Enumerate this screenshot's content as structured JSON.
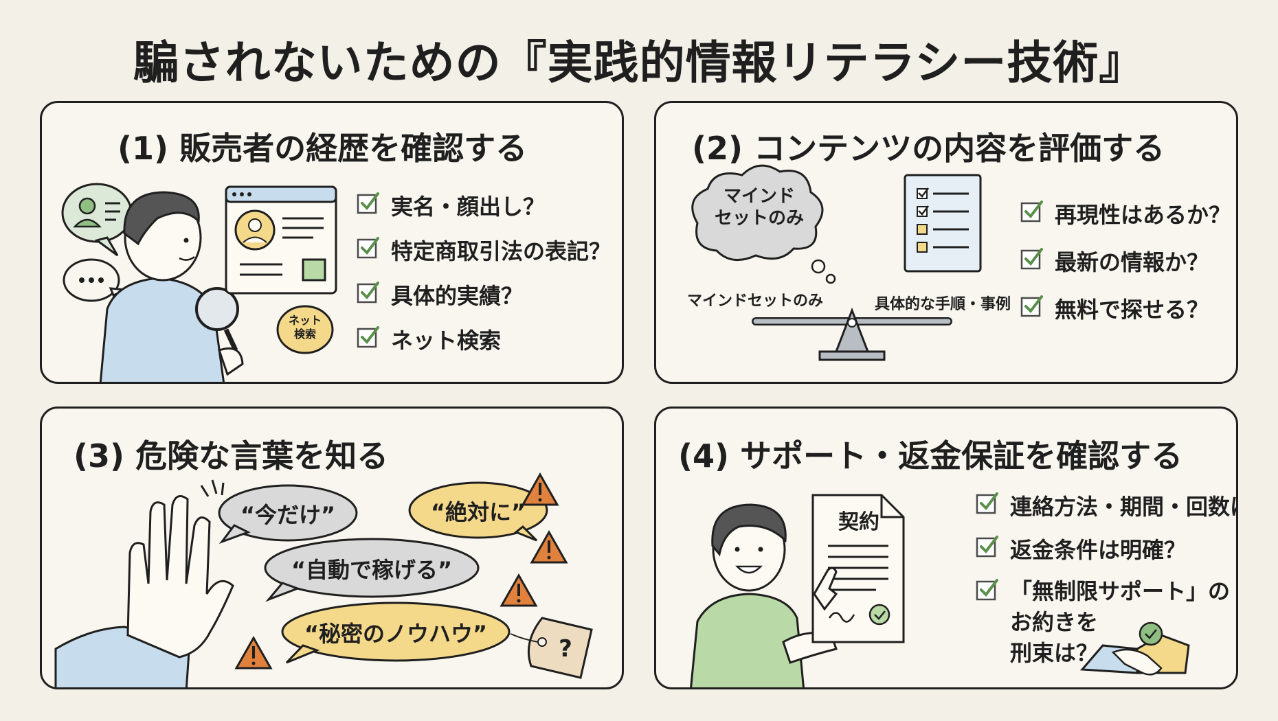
{
  "title": "騙されないための『実践的情報リテラシー技術』",
  "panels": [
    {
      "title": "(1) 販売者の経歴を確認する",
      "checks": [
        "実名・顔出し？",
        "特定商取引法の表記？",
        "具体的実績？",
        "ネット検索"
      ],
      "search_tag": [
        "ネット",
        "検索"
      ]
    },
    {
      "title": "(2) コンテンツの内容を評価する",
      "cloud": [
        "マインド",
        "セットのみ"
      ],
      "scale_left": "マインドセットのみ",
      "scale_right": "具体的な手順・事例",
      "checks": [
        "再現性はあるか？",
        "最新の情報か？",
        "無料で探せる？"
      ]
    },
    {
      "title": "(3) 危険な言葉を知る",
      "bubbles": [
        "“今だけ”",
        "“絶対に”",
        "“自動で稼げる”",
        "“秘密のノウハウ”"
      ],
      "tag_mark": "?"
    },
    {
      "title": "(4) サポート・返金保証を確認する",
      "contract_label": "契約",
      "checks": [
        "連絡方法・期間・回数は？",
        "返金条件は明確？"
      ],
      "check3_lines": [
        "「無制限サポート」の",
        "お約きを",
        "刑束は？"
      ]
    }
  ],
  "colors": {
    "check": "#5a8f4a",
    "bubble_gray": "#d9d9d9",
    "bubble_yellow": "#f5d98a",
    "warning": "#e0823d",
    "shirt_blue": "#c7dcec",
    "shirt_green": "#b9d9a6"
  }
}
